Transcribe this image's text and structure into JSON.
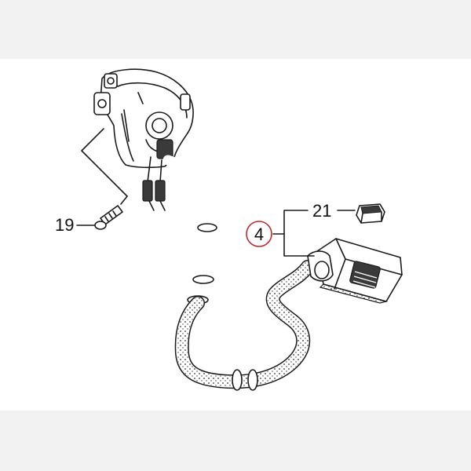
{
  "diagram": {
    "callouts": {
      "screw": "19",
      "part_main": "4",
      "clip": "21"
    },
    "colors": {
      "ink": "#1a1a1a",
      "highlight_circle": "#c0282d",
      "hose_dots": "#333333",
      "background_band": "#f2f2f2",
      "panel": "#ffffff"
    }
  }
}
